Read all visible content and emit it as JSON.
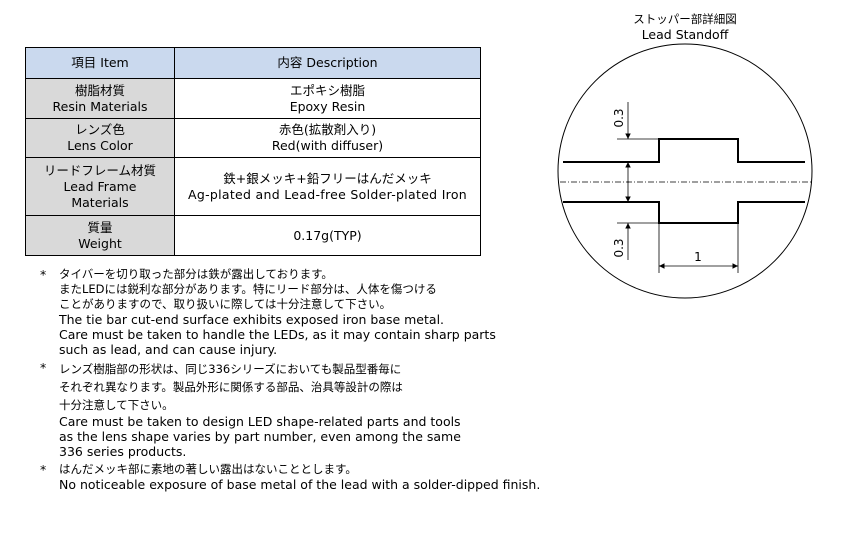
{
  "table": {
    "header": {
      "item": "項目 Item",
      "description": "内容 Description"
    },
    "rows": [
      {
        "item": [
          "樹脂材質",
          "Resin Materials"
        ],
        "description": [
          "エポキシ樹脂",
          "Epoxy Resin"
        ]
      },
      {
        "item": [
          "レンズ色",
          "Lens Color"
        ],
        "description": [
          "赤色(拡散剤入り)",
          "Red(with diffuser)"
        ]
      },
      {
        "item": [
          "リードフレーム材質",
          "Lead Frame",
          "Materials"
        ],
        "description": [
          "鉄+銀メッキ+鉛フリーはんだメッキ",
          "Ag-plated and Lead-free Solder-plated Iron"
        ]
      },
      {
        "item": [
          "質量",
          "Weight"
        ],
        "description": [
          "0.17g(TYP)"
        ]
      }
    ]
  },
  "notes": [
    {
      "bullet": "*",
      "jp": [
        "タイバーを切り取った部分は鉄が露出しております。",
        "またLEDには鋭利な部分があります。特にリード部分は、人体を傷つける",
        "ことがありますので、取り扱いに際しては十分注意して下さい。"
      ],
      "en": [
        "The tie bar cut-end surface exhibits exposed iron base metal.",
        "Care must be taken to handle the LEDs, as it may contain sharp parts",
        "such as lead, and can cause injury."
      ]
    },
    {
      "bullet": "*",
      "jp": [
        "レンズ樹脂部の形状は、同じ336シリーズにおいても製品型番毎に",
        "それぞれ異なります。製品外形に関係する部品、治具等設計の際は",
        "十分注意して下さい。"
      ],
      "en": [
        "Care must be taken to design LED shape-related parts and tools",
        "as the lens shape varies by part number, even among the same",
        "336 series products."
      ]
    },
    {
      "bullet": "*",
      "jp": [
        "はんだメッキ部に素地の著しい露出はないこととします。"
      ],
      "en": [
        "No noticeable exposure of base metal of the lead with a solder-dipped finish."
      ]
    }
  ],
  "diagram": {
    "title_jp": "ストッパー部詳細図",
    "title_en": "Lead Standoff",
    "dim_top": "0.3",
    "dim_bottom": "0.3",
    "dim_width": "1"
  }
}
